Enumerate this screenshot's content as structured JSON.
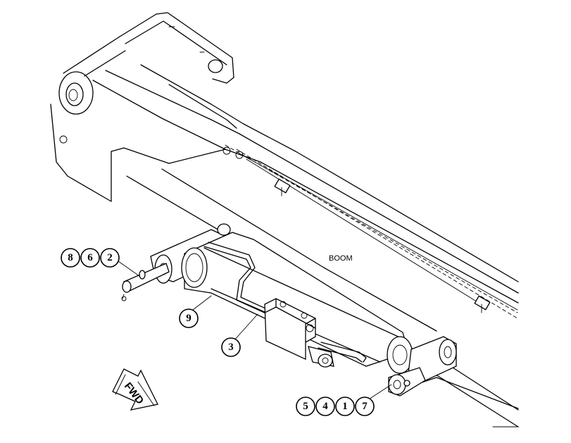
{
  "diagram": {
    "boom_label": "BOOM",
    "direction_arrow_label": "FWD",
    "callout_groups": [
      {
        "name": "upper-left-pin",
        "numbers": [
          "8",
          "6",
          "2"
        ]
      },
      {
        "name": "cylinder",
        "numbers": [
          "9"
        ]
      },
      {
        "name": "valve",
        "numbers": [
          "3"
        ]
      },
      {
        "name": "lower-right-pin",
        "numbers": [
          "5",
          "4",
          "1",
          "7"
        ]
      }
    ]
  }
}
